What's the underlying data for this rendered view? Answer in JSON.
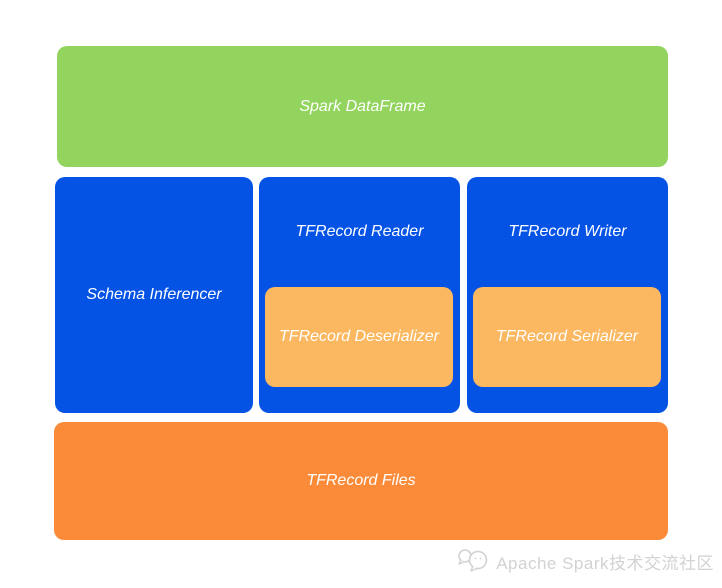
{
  "diagram": {
    "title_hint": "Spark TFRecord connector architecture",
    "text_color": "#FFFFFF",
    "top_layer": {
      "label": "Spark DataFrame",
      "color": "#92D45E"
    },
    "middle_layer": {
      "schema_inferencer": {
        "label": "Schema Inferencer",
        "color": "#0553E5"
      },
      "reader": {
        "label": "TFRecord Reader",
        "color": "#0553E5",
        "inner": {
          "label": "TFRecord Deserializer",
          "color": "#FBB860"
        }
      },
      "writer": {
        "label": "TFRecord Writer",
        "color": "#0553E5",
        "inner": {
          "label": "TFRecord Serializer",
          "color": "#FBB860"
        }
      }
    },
    "bottom_layer": {
      "label": "TFRecord Files",
      "color": "#FC8B39"
    }
  },
  "watermark": {
    "label": "Apache Spark技术交流社区",
    "icon": "wechat-official-account-icon",
    "color": "#D2D2D2"
  }
}
